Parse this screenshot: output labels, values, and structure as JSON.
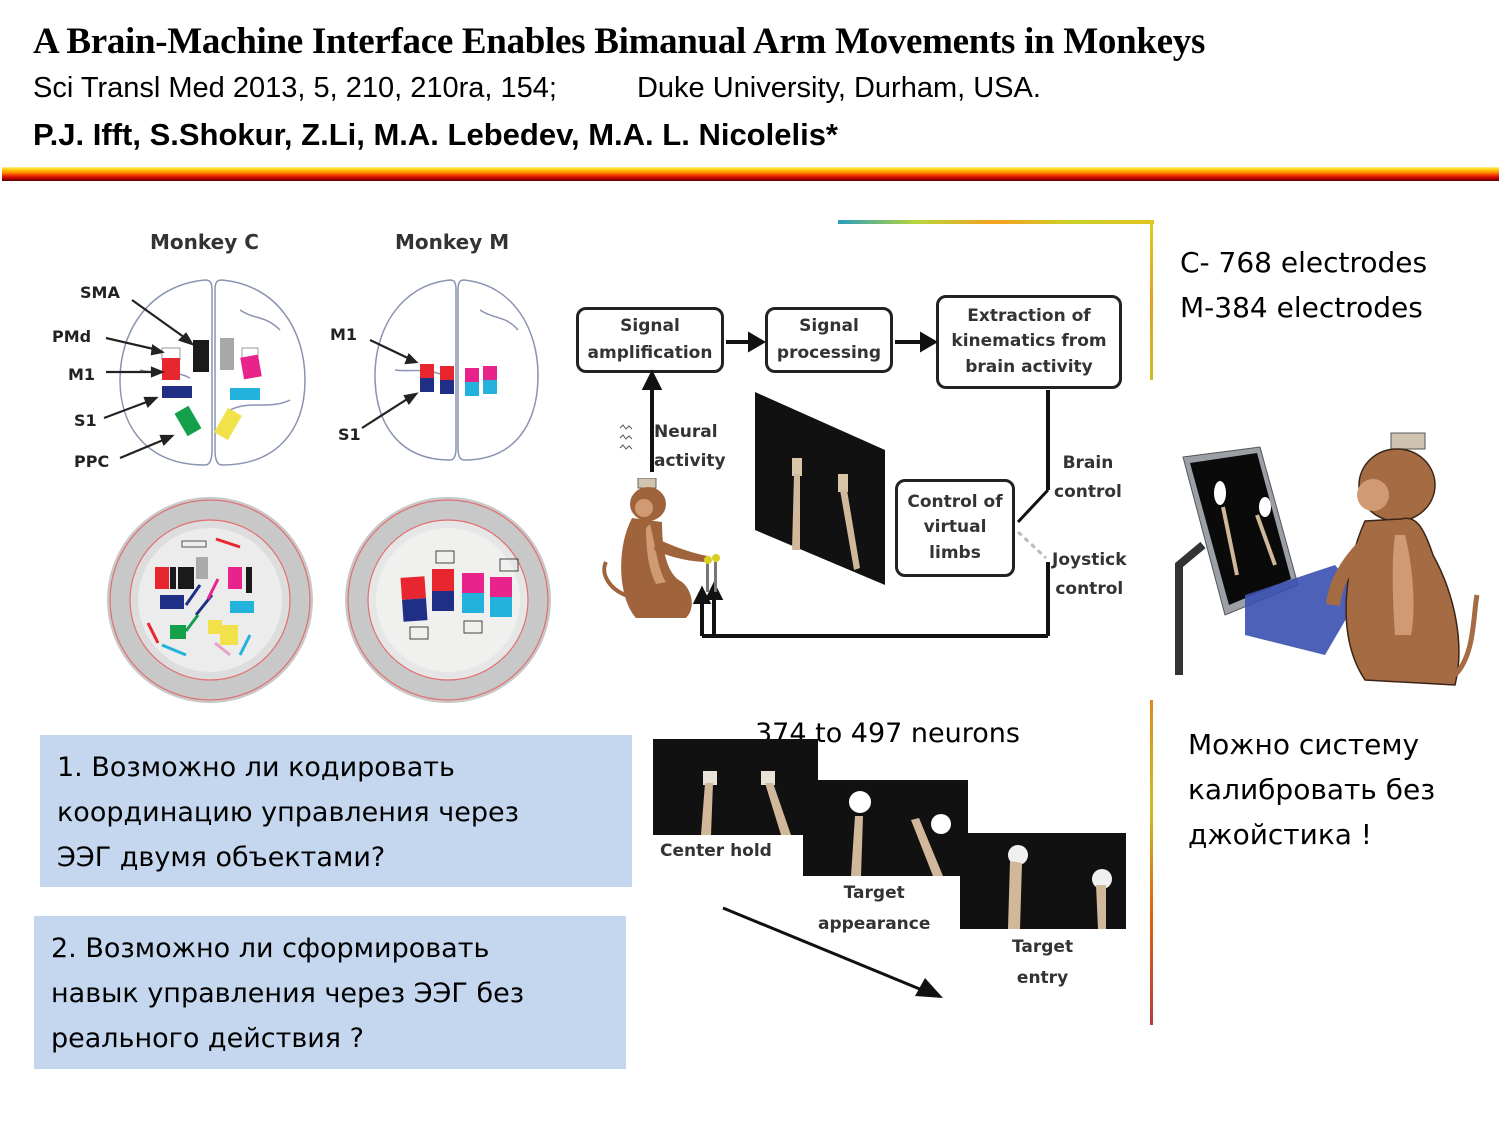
{
  "header": {
    "title": "A Brain-Machine Interface Enables Bimanual Arm Movements in Monkeys",
    "citation": "Sci Transl Med  2013,  5, 210, 210ra, 154;",
    "affiliation": "Duke University, Durham, USA.",
    "authors": "P.J. Ifft, S.Shokur, Z.Li, M.A. Lebedev, M.A. L. Nicolelis*"
  },
  "figure": {
    "brain_maps": {
      "monkey_c": {
        "title": "Monkey C",
        "labels": [
          "SMA",
          "PMd",
          "M1",
          "S1",
          "PPC"
        ]
      },
      "monkey_m": {
        "title": "Monkey M",
        "labels": [
          "M1",
          "S1"
        ]
      },
      "array_colors": {
        "red": "#e8262f",
        "black": "#1a1a1a",
        "gray": "#a8a8a8",
        "magenta": "#e8248c",
        "navy": "#1f2f86",
        "cyan": "#22b2dc",
        "green": "#14a04a",
        "yellow": "#f2e24a"
      }
    },
    "flow": {
      "box_amplification": [
        "Signal",
        "amplification"
      ],
      "box_processing": [
        "Signal",
        "processing"
      ],
      "box_extraction": [
        "Extraction of",
        "kinematics from",
        "brain activity"
      ],
      "box_control": [
        "Control of",
        "virtual",
        "limbs"
      ],
      "neural_activity": [
        "Neural",
        "activity"
      ],
      "brain_control": [
        "Brain",
        "control"
      ],
      "joystick_control": [
        "Joystick",
        "control"
      ]
    },
    "sequence": {
      "neurons": "374 to 497 neurons",
      "center_hold": "Center hold",
      "target_appearance": [
        "Target",
        "appearance"
      ],
      "target_entry": [
        "Target",
        "entry"
      ]
    }
  },
  "side": {
    "electrodes": [
      "C- 768 electrodes",
      "M-384 electrodes"
    ],
    "calibration": [
      "Можно  систему",
      "калибровать  без",
      "джойстика !"
    ]
  },
  "questions": [
    {
      "lines": [
        "1.  Возможно  ли  кодировать",
        "координацию  управления  через",
        "ЭЭГ двумя объектами?"
      ]
    },
    {
      "lines": [
        "2. Возможно ли  сформировать",
        "навык управления  через ЭЭГ без",
        "реального действия ?"
      ]
    }
  ]
}
